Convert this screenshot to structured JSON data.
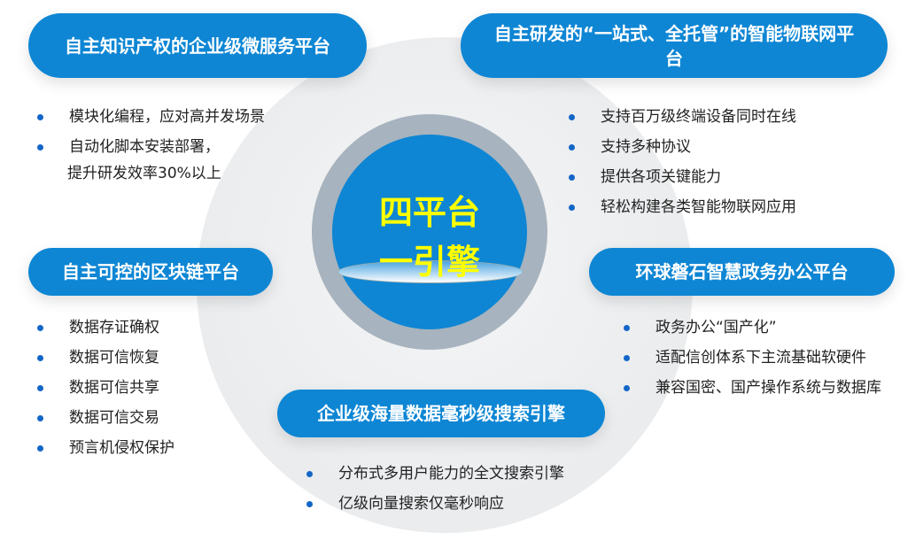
{
  "center": {
    "line1": "四平台",
    "line2": "一引擎"
  },
  "platforms": [
    {
      "title": "自主知识产权的企业级微服务平台",
      "items": [
        "模块化编程，应对高并发场景",
        "自动化脚本安装部署，",
        "提升研发效率30%以上"
      ]
    },
    {
      "title": "自主研发的“一站式、全托管”的智能物联网平台",
      "items": [
        "支持百万级终端设备同时在线",
        "支持多种协议",
        "提供各项关键能力",
        "轻松构建各类智能物联网应用"
      ]
    },
    {
      "title": "自主可控的区块链平台",
      "items": [
        "数据存证确权",
        "数据可信恢复",
        "数据可信共享",
        "数据可信交易",
        "预言机侵权保护"
      ]
    },
    {
      "title": "环球磐石智慧政务办公平台",
      "items": [
        "政务办公“国产化”",
        "适配信创体系下主流基础软硬件",
        "兼容国密、国产操作系统与数据库"
      ]
    },
    {
      "title": "企业级海量数据毫秒级搜索引擎",
      "items": [
        "分布式多用户能力的全文搜索引擎",
        "亿级向量搜索仅毫秒响应"
      ]
    }
  ],
  "colors": {
    "accent": "#0e86d4",
    "center_text": "#ffff00",
    "ring": "#a7b3be"
  }
}
